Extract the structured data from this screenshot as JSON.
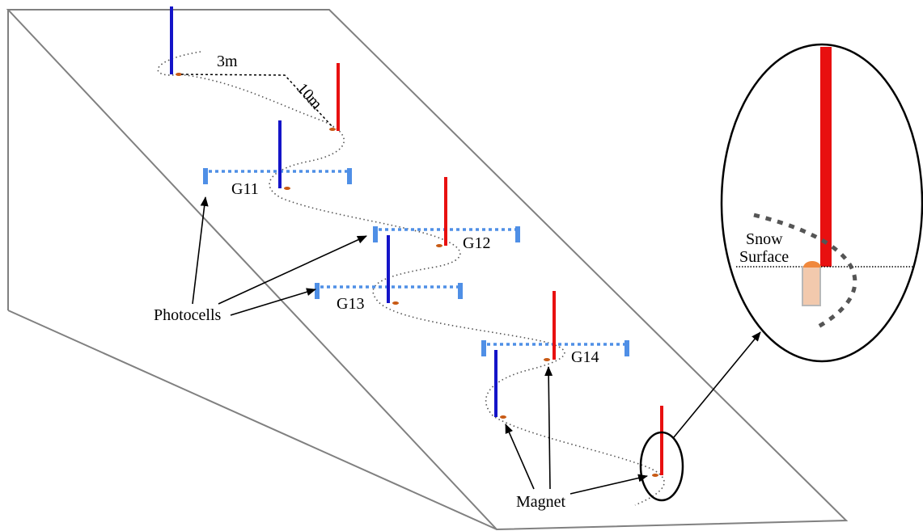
{
  "labels": {
    "dist_horizontal": "3m",
    "dist_diagonal": "10m",
    "gate_g11": "G11",
    "gate_g12": "G12",
    "gate_g13": "G13",
    "gate_g14": "G14",
    "photocells": "Photocells",
    "magnet": "Magnet",
    "snow": "Snow",
    "surface": "Surface"
  },
  "colors": {
    "blue_gate": "#1414c8",
    "red_gate": "#e81010",
    "photocell": "#4f8fe6",
    "magnet": "#c85a14",
    "magnet_inset": "#f0883c",
    "sensor_body": "#f2c9ad",
    "outline": "#808080",
    "ski_path": "#555555"
  },
  "icons": [
    "gate-pole",
    "photocell-post",
    "magnet-marker",
    "arrow"
  ]
}
